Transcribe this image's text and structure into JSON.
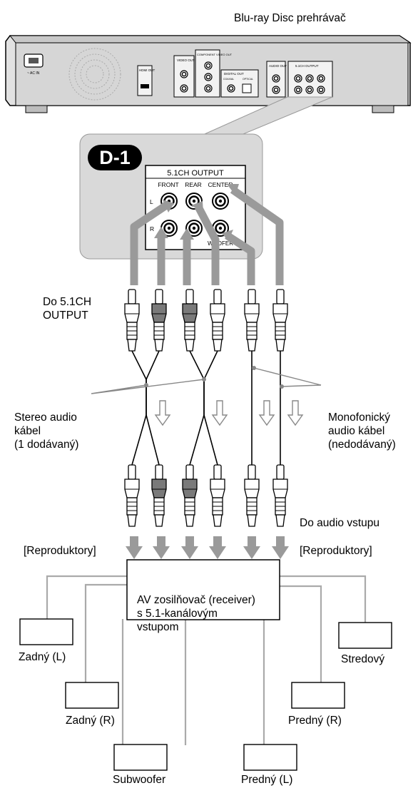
{
  "player": {
    "title": "Blu-ray Disc prehrávač",
    "labels": {
      "ac_in": "~ AC IN",
      "hdmi_out": "HDMI OUT",
      "video_out": "VIDEO OUT",
      "component_video_out": "COMPONENT VIDEO OUT",
      "digital_out": "DIGITAL OUT",
      "coaxial": "COAXIAL",
      "optical": "OPTICAL",
      "audio_out": "AUDIO OUT",
      "output_51ch": "5.1CH OUTPUT"
    }
  },
  "zoom": {
    "badge": "D-1",
    "panel_title": "5.1CH OUTPUT",
    "col_front": "FRONT",
    "col_rear": "REAR",
    "col_center": "CENTER",
    "row_l": "L",
    "row_r": "R",
    "woofer": "WOOFER"
  },
  "labels": {
    "do_51ch_line1": "Do 5.1CH",
    "do_51ch_line2": "OUTPUT",
    "stereo_line1": "Stereo audio",
    "stereo_line2": "kábel",
    "stereo_line3": "(1 dodávaný)",
    "mono_line1": "Monofonický",
    "mono_line2": "audio kábel",
    "mono_line3": "(nedodávaný)",
    "do_audio_vstupu": "Do audio vstupu",
    "reproduktory_left": "[Reproduktory]",
    "reproduktory_right": "[Reproduktory]",
    "receiver_line1": "AV zosilňovač (receiver)",
    "receiver_line2": "s 5.1-kanálovým",
    "receiver_line3": "vstupom"
  },
  "speakers": {
    "zadny_l": "Zadný (L)",
    "zadny_r": "Zadný (R)",
    "subwoofer": "Subwoofer",
    "predny_l": "Predný (L)",
    "predny_r": "Predný (R)",
    "stredovy": "Stredový"
  },
  "colors": {
    "panel_gray": "#d9d9d9",
    "arrow_gray": "#9a9a9a",
    "wire_gray": "#aaaaaa",
    "plug_dark": "#7a7a7a",
    "badge_bg": "#000000"
  }
}
